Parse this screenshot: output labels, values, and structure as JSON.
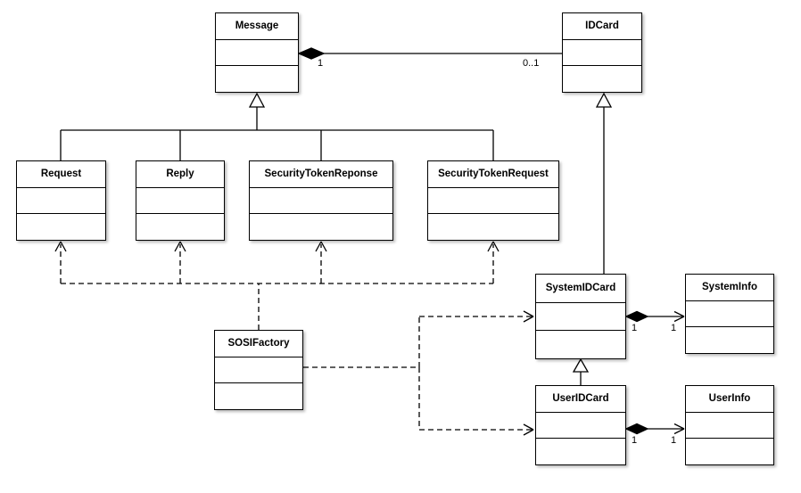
{
  "diagram_title": "UML class diagram",
  "classes": {
    "message": {
      "name": "Message"
    },
    "idcard": {
      "name": "IDCard"
    },
    "request": {
      "name": "Request"
    },
    "reply": {
      "name": "Reply"
    },
    "security_token_reponse": {
      "name": "SecurityTokenReponse"
    },
    "security_token_request": {
      "name": "SecurityTokenRequest"
    },
    "sosifactory": {
      "name": "SOSIFactory"
    },
    "system_idcard": {
      "name": "SystemIDCard"
    },
    "system_info": {
      "name": "SystemInfo"
    },
    "user_idcard": {
      "name": "UserIDCard"
    },
    "user_info": {
      "name": "UserInfo"
    }
  },
  "labels": {
    "message_idcard": {
      "near_message": "1",
      "near_idcard": "0..1"
    },
    "systemidcard_systeminfo": {
      "near_systemidcard": "1",
      "near_systeminfo": "1"
    },
    "useridcard_userinfo": {
      "near_useridcard": "1",
      "near_userinfo": "1"
    }
  },
  "relationships": [
    {
      "type": "composition",
      "from": "Message",
      "to": "IDCard",
      "from_multiplicity": "1",
      "to_multiplicity": "0..1"
    },
    {
      "type": "generalization",
      "from": "Request",
      "to": "Message"
    },
    {
      "type": "generalization",
      "from": "Reply",
      "to": "Message"
    },
    {
      "type": "generalization",
      "from": "SecurityTokenReponse",
      "to": "Message"
    },
    {
      "type": "generalization",
      "from": "SecurityTokenRequest",
      "to": "Message"
    },
    {
      "type": "generalization",
      "from": "SystemIDCard",
      "to": "IDCard"
    },
    {
      "type": "generalization",
      "from": "UserIDCard",
      "to": "SystemIDCard"
    },
    {
      "type": "composition",
      "from": "SystemIDCard",
      "to": "SystemInfo",
      "from_multiplicity": "1",
      "to_multiplicity": "1"
    },
    {
      "type": "composition",
      "from": "UserIDCard",
      "to": "UserInfo",
      "from_multiplicity": "1",
      "to_multiplicity": "1"
    },
    {
      "type": "dependency",
      "from": "SOSIFactory",
      "to": "Request"
    },
    {
      "type": "dependency",
      "from": "SOSIFactory",
      "to": "Reply"
    },
    {
      "type": "dependency",
      "from": "SOSIFactory",
      "to": "SecurityTokenReponse"
    },
    {
      "type": "dependency",
      "from": "SOSIFactory",
      "to": "SecurityTokenRequest"
    },
    {
      "type": "dependency",
      "from": "SOSIFactory",
      "to": "SystemIDCard"
    },
    {
      "type": "dependency",
      "from": "SOSIFactory",
      "to": "UserIDCard"
    }
  ]
}
